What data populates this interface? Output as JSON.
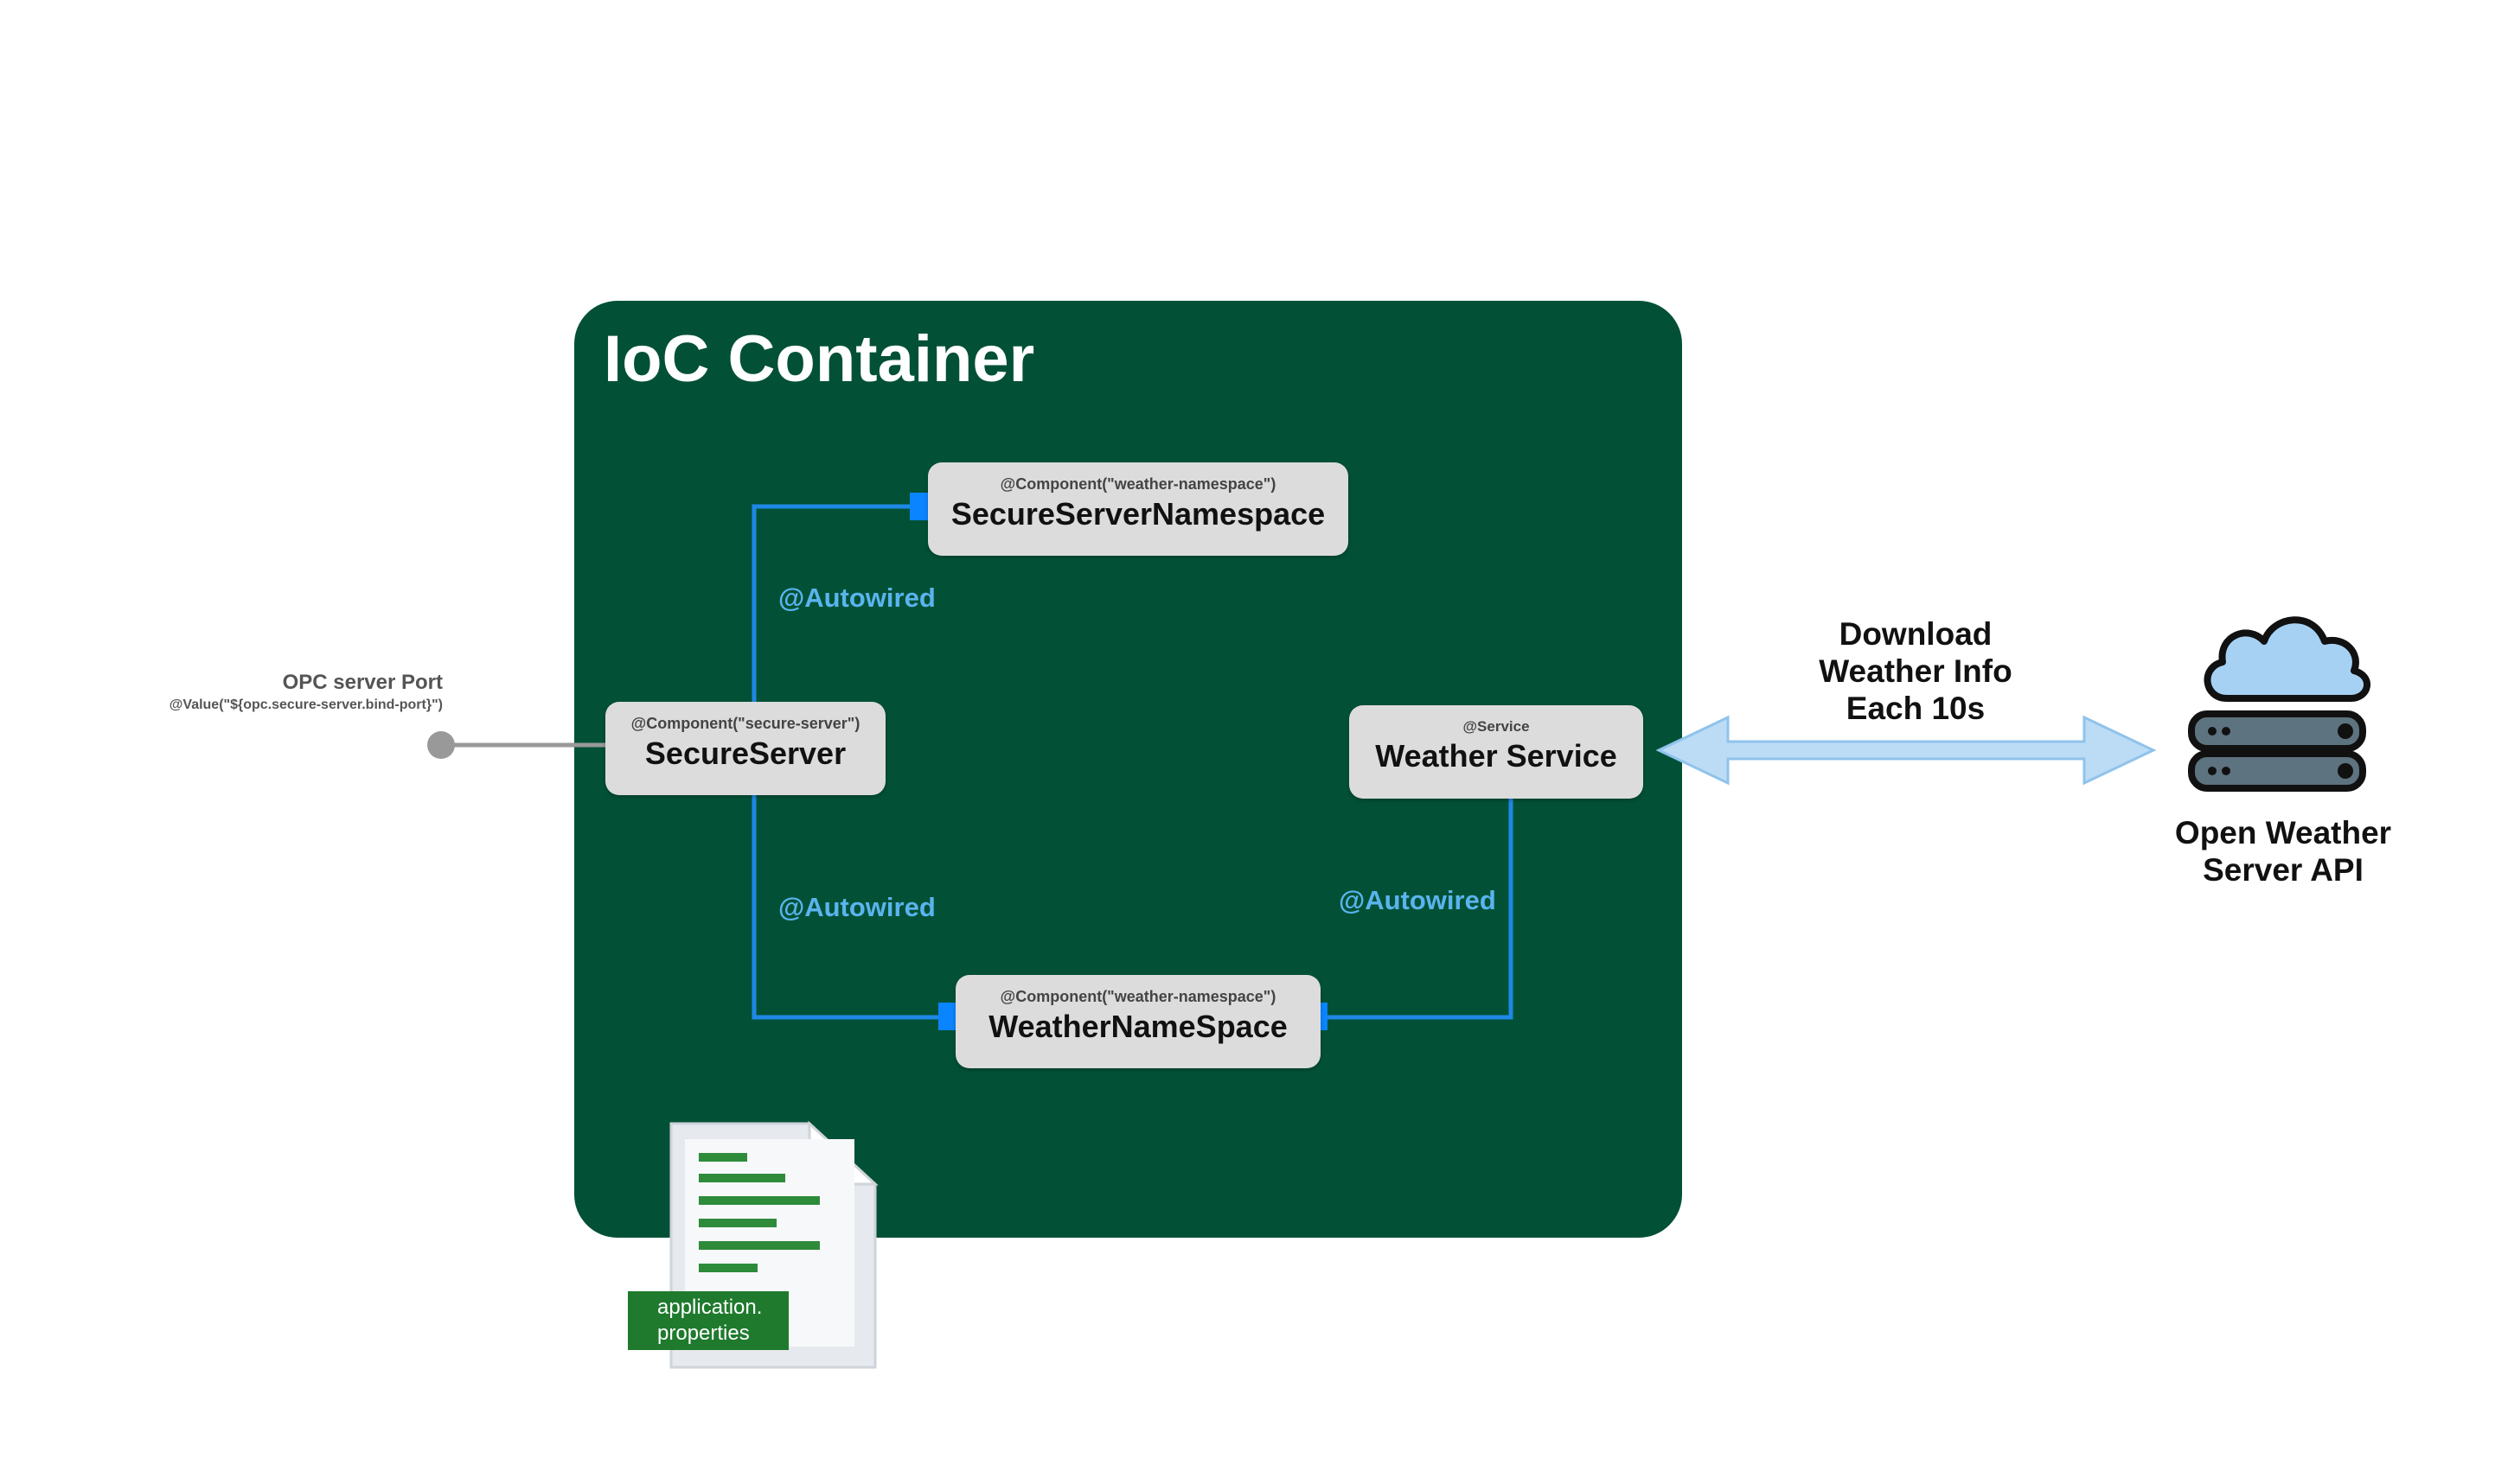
{
  "container": {
    "title": "IoC Container"
  },
  "beans": {
    "secure_server_namespace": {
      "annotation": "@Component(\"weather-namespace\")",
      "name": "SecureServerNamespace"
    },
    "secure_server": {
      "annotation": "@Component(\"secure-server\")",
      "name": "SecureServer"
    },
    "weather_service": {
      "annotation": "@Service",
      "name": "Weather Service"
    },
    "weather_namespace": {
      "annotation": "@Component(\"weather-namespace\")",
      "name": "WeatherNameSpace"
    }
  },
  "wiring": {
    "autowired_top": "@Autowired",
    "autowired_bottom": "@Autowired",
    "autowired_right": "@Autowired"
  },
  "opc_port": {
    "title": "OPC server Port",
    "value": "@Value(\"${opc.secure-server.bind-port}\")"
  },
  "download": {
    "line1": "Download",
    "line2": "Weather Info",
    "line3": "Each 10s"
  },
  "api": {
    "line1": "Open Weather",
    "line2": "Server API"
  },
  "properties_file": {
    "line1": "application.",
    "line2": "properties"
  },
  "colors": {
    "container": "#025136",
    "connector": "#1e88e5",
    "port": "#0a84ff",
    "autowired_text": "#5ab4ee",
    "arrow": "#bcdcf5",
    "file_label": "#1f7a2e"
  }
}
